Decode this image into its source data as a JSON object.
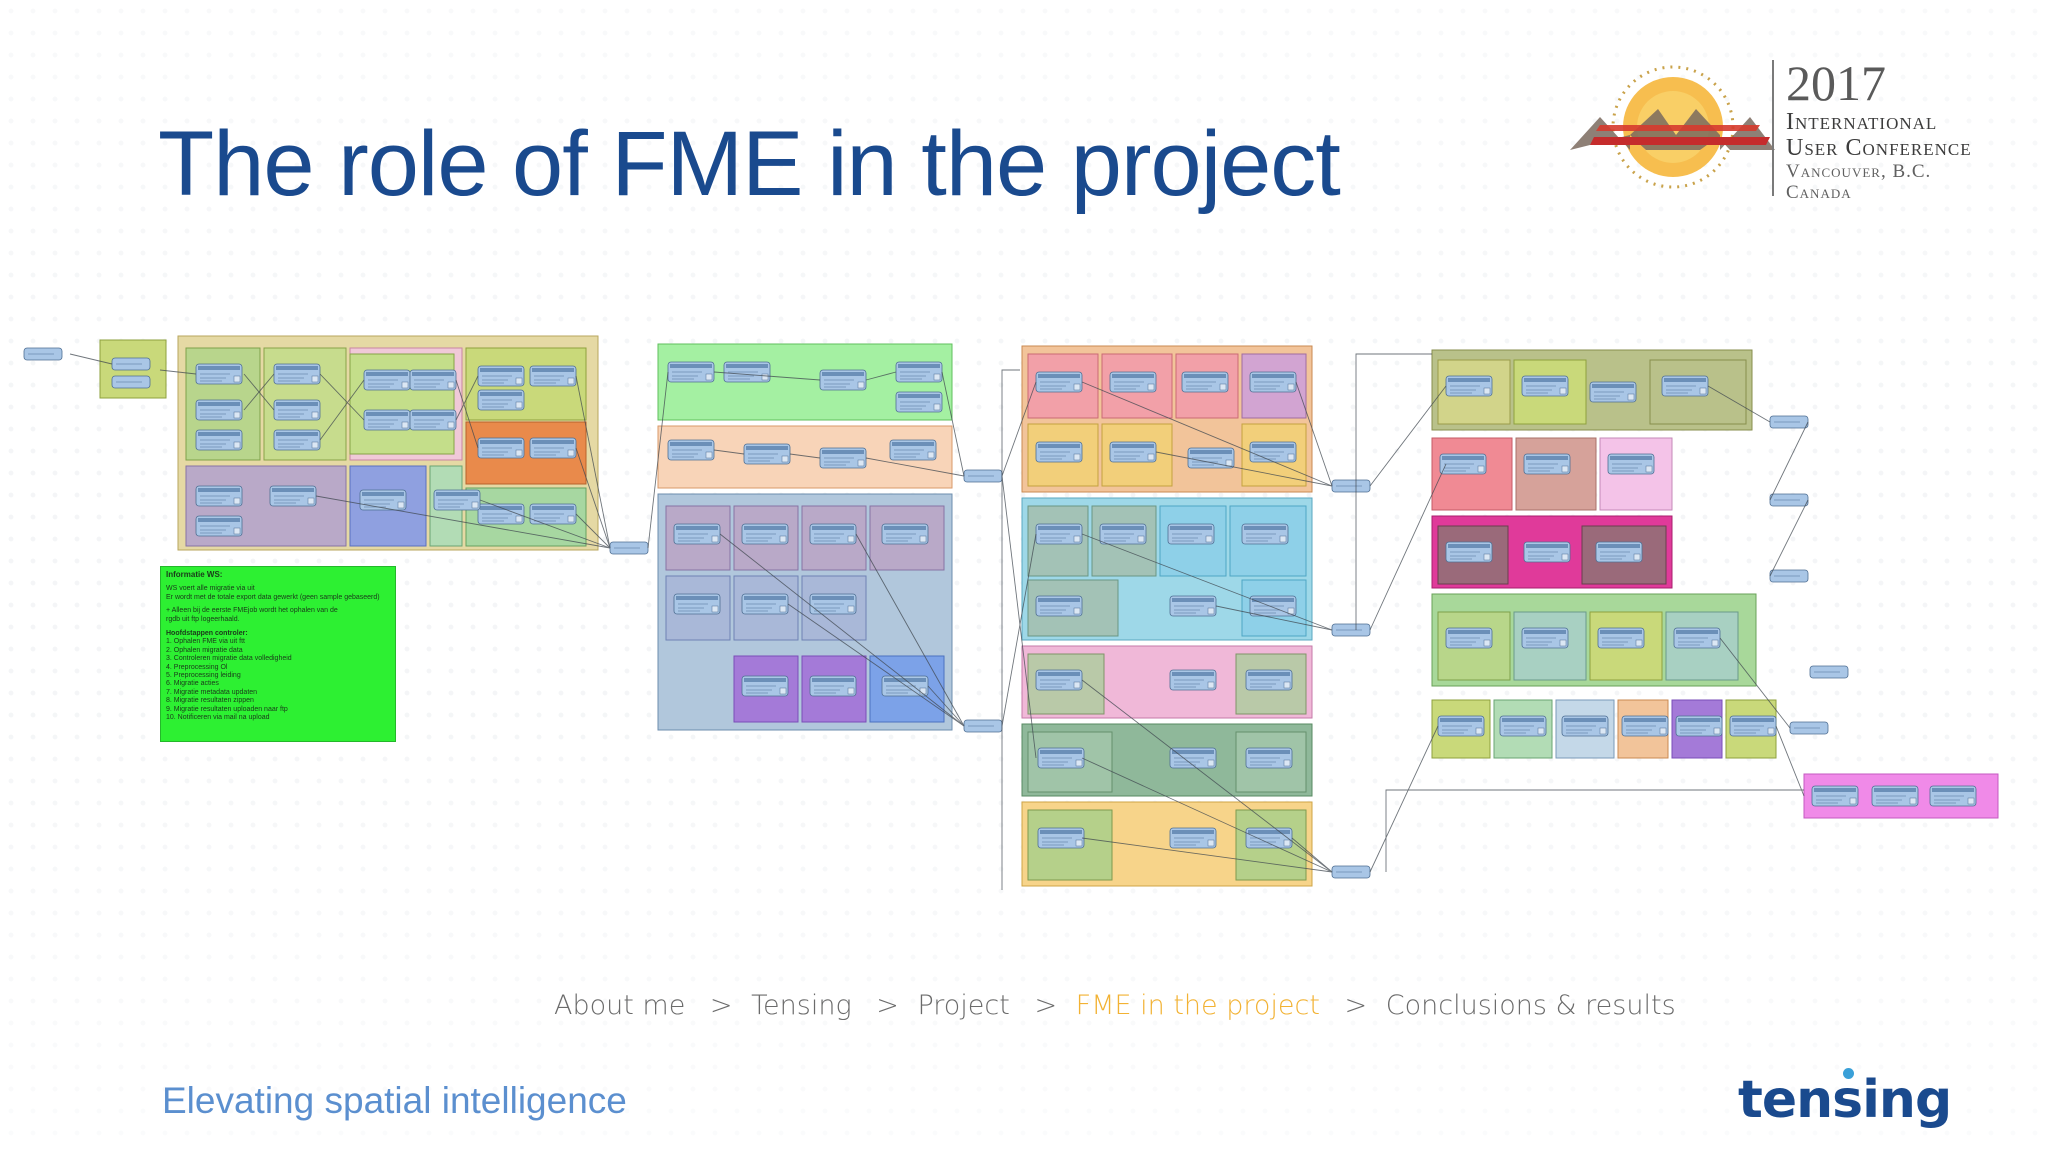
{
  "slide": {
    "title": "The role of FME in the project",
    "tagline": "Elevating spatial intelligence",
    "brand": "tensing"
  },
  "conference_logo": {
    "year": "2017",
    "line1": "International",
    "line2": "User Conference",
    "line3": "Vancouver, B.C.",
    "line4": "Canada"
  },
  "breadcrumb": [
    {
      "label": "About me",
      "active": false
    },
    {
      "label": "Tensing",
      "active": false
    },
    {
      "label": "Project",
      "active": false
    },
    {
      "label": "FME in the project",
      "active": true
    },
    {
      "label": "Conclusions & results",
      "active": false
    }
  ],
  "breadcrumb_separator": ">",
  "infobox": {
    "title": "Informatie WS:",
    "line1": "WS voert alle migratie via uit",
    "line2": "Er wordt met de totale export data gewerkt (geen sample gebaseerd)",
    "line3": "+ Alleen bij de eerste FMEjob wordt het ophalen van de",
    "line4": "rgdb uit ftp logeerhaald.",
    "heading": "Hoofdstappen controler:",
    "steps": [
      "1. Ophalen FME via uit ftt",
      "2. Ophalen migratie data",
      "3. Controleren migratie data volledigheid",
      "4. Preprocessing Ol",
      "5. Preprocessing leiding",
      "6. Migratie acties",
      "7. Migratie metadata updaten",
      "8. Migratie resultaten zippen",
      "9. Migratie resultaten uploaden naar ftp",
      "10. Notificeren via mail na upload"
    ]
  },
  "colors": {
    "title": "#1a4a8e",
    "active_crumb": "#f2b233",
    "tagline": "#5b8fcf",
    "brand": "#1a4a8e",
    "info_bg": "#2df032"
  }
}
